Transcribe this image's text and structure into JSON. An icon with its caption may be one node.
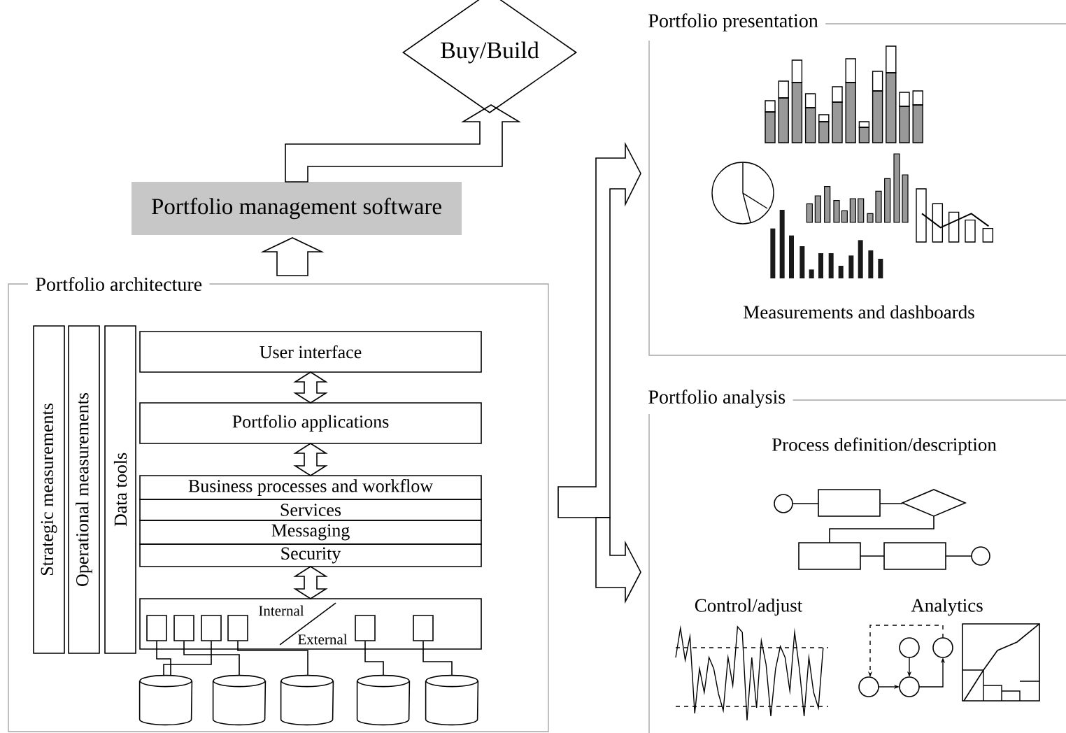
{
  "diagram": {
    "nodes": [
      {
        "text": [
          "Buy/Build"
        ]
      },
      {
        "text": [
          "Portfolio management software"
        ]
      },
      {
        "text": [
          "Portfolio architecture"
        ]
      },
      {
        "text": [
          "Strategic measurements"
        ],
        "in": 2
      },
      {
        "text": [
          "Operational measurements"
        ],
        "in": 2
      },
      {
        "text": [
          "Data tools"
        ],
        "in": 2
      },
      {
        "text": [
          "User interface"
        ],
        "in": 2
      },
      {
        "text": [
          "Portfolio applications"
        ],
        "in": 2
      },
      {
        "text": [
          "Business processes and workflow"
        ],
        "in": 2
      },
      {
        "text": [
          "Services"
        ],
        "in": 2
      },
      {
        "text": [
          "Messaging"
        ],
        "in": 2
      },
      {
        "text": [
          "Security"
        ],
        "in": 2
      },
      {
        "text": [
          "Internal",
          "External"
        ],
        "in": 2
      },
      {
        "text": [],
        "shape": "box",
        "in": 12
      },
      {
        "text": [],
        "shape": "box",
        "in": 12
      },
      {
        "text": [],
        "shape": "box",
        "in": 12
      },
      {
        "text": [],
        "shape": "box",
        "in": 12
      },
      {
        "text": [],
        "shape": "box",
        "in": 12
      },
      {
        "text": [],
        "shape": "box",
        "in": 12
      },
      {
        "text": [],
        "shape": "cylinder",
        "in": 2
      },
      {
        "text": [],
        "shape": "cylinder",
        "in": 2
      },
      {
        "text": [],
        "shape": "cylinder",
        "in": 2
      },
      {
        "text": [],
        "shape": "cylinder",
        "in": 2
      },
      {
        "text": [],
        "shape": "cylinder",
        "in": 2
      },
      {
        "text": [
          "Portfolio presentation",
          "Measurements and dashboards"
        ]
      },
      {
        "text": [
          "Portfolio analysis",
          "Process definition/description",
          "Control/adjust",
          "Analytics"
        ]
      }
    ],
    "edges": [
      {
        "from": 2,
        "to": 1,
        "arrow": "to"
      },
      {
        "from": 1,
        "to": 0,
        "arrow": "to"
      },
      {
        "from": 6,
        "to": 7,
        "arrow": "both"
      },
      {
        "from": 7,
        "to": 8,
        "arrow": "both"
      },
      {
        "from": 11,
        "to": 12,
        "arrow": "both"
      },
      {
        "from": 2,
        "to": 24,
        "arrow": "to"
      },
      {
        "from": 2,
        "to": 25,
        "arrow": "to"
      },
      {
        "from": 13,
        "to": 19,
        "arrow": "none"
      },
      {
        "from": 14,
        "to": 20,
        "arrow": "none"
      },
      {
        "from": 15,
        "to": 19,
        "arrow": "none"
      },
      {
        "from": 16,
        "to": 21,
        "arrow": "none"
      },
      {
        "from": 17,
        "to": 22,
        "arrow": "none"
      },
      {
        "from": 18,
        "to": 23,
        "arrow": "none"
      }
    ]
  }
}
